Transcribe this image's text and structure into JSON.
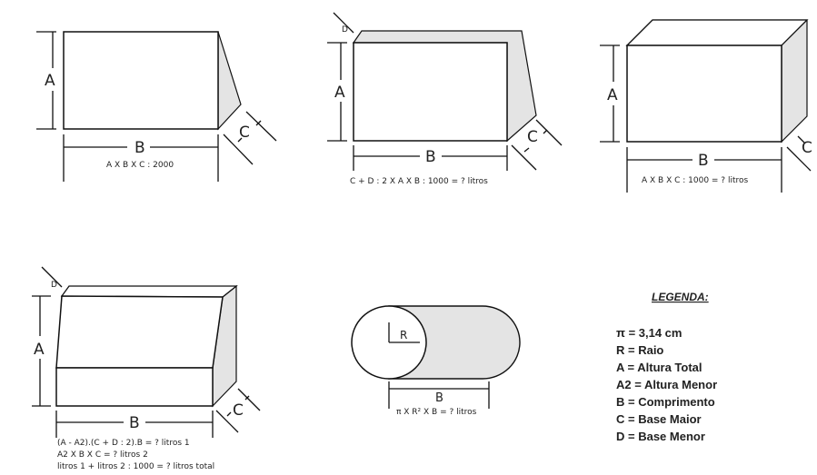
{
  "fig1": {
    "label_a": "A",
    "label_b": "B",
    "label_c": "C",
    "formula": "A X B X C : 2000"
  },
  "fig2": {
    "label_a": "A",
    "label_b": "B",
    "label_c": "C",
    "label_d": "D",
    "formula": "C + D : 2 X A X B : 1000 = ? litros"
  },
  "fig3": {
    "label_a": "A",
    "label_b": "B",
    "label_c": "C",
    "formula": "A X B X C : 1000 = ? litros"
  },
  "fig4": {
    "label_a": "A",
    "label_b": "B",
    "label_c": "C",
    "label_d": "D",
    "formula_lines": [
      "(A - A2).(C + D : 2).B = ? litros 1",
      "A2 X B X C = ? litros 2",
      "litros 1 + litros 2 : 1000 = ? litros total"
    ]
  },
  "fig5": {
    "label_r": "R",
    "label_b": "B",
    "formula": "π X R² X B = ? litros"
  },
  "legend": {
    "title": "LEGENDA:",
    "items": [
      "π = 3,14 cm",
      "R = Raio",
      "A = Altura Total",
      "A2 = Altura Menor",
      "B = Comprimento",
      "C = Base Maior",
      "D = Base Menor"
    ]
  }
}
